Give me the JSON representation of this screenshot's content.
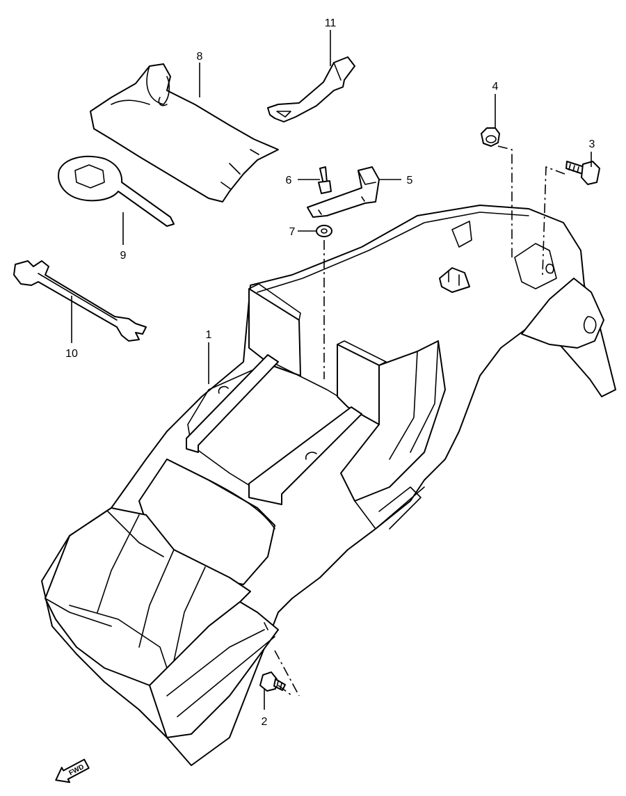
{
  "callouts": {
    "c1": "1",
    "c2": "2",
    "c3": "3",
    "c4": "4",
    "c5": "5",
    "c6": "6",
    "c7": "7",
    "c8": "8",
    "c9": "9",
    "c10": "10",
    "c11": "11"
  },
  "direction_arrow": {
    "label": "FWD",
    "icon": "forward-arrow-icon"
  },
  "colors": {
    "line": "#000000",
    "background": "#ffffff"
  }
}
